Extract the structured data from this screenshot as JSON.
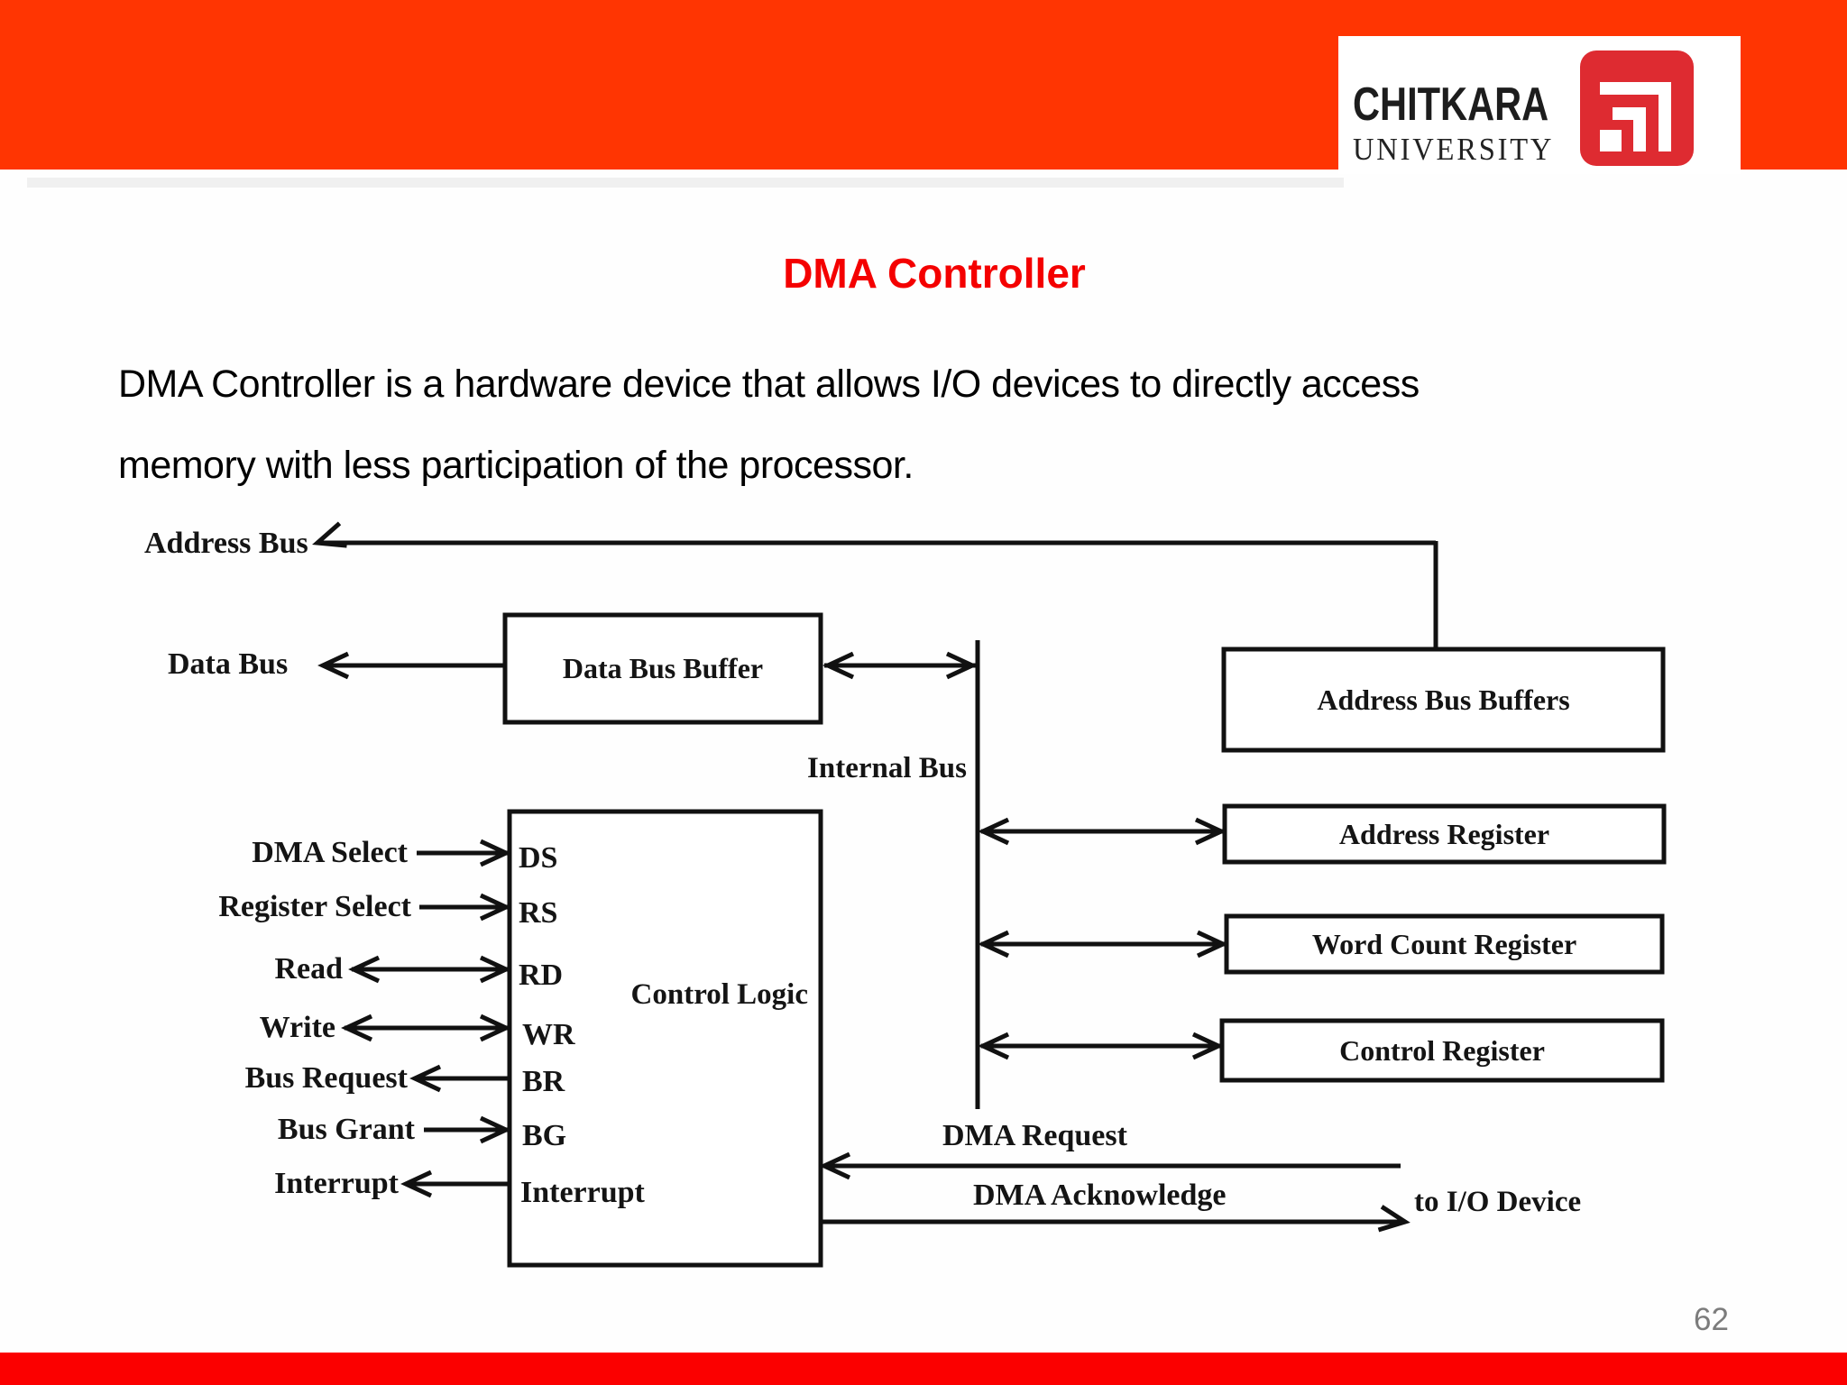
{
  "header": {
    "logo": {
      "name": "CHITKARA",
      "subname": "UNIVERSITY",
      "icon": "chitkara-mark"
    },
    "colors": {
      "banner": "#ff3502",
      "logo_mark_red": "#de2b31"
    }
  },
  "slide": {
    "title": "DMA Controller",
    "body_line1": "DMA Controller is a hardware device that allows I/O devices to directly access",
    "body_line2": "memory with less participation of the processor.",
    "page_number": "62",
    "colors": {
      "title": "#f40000",
      "footer": "#fb0000",
      "body_text": "#000000",
      "page_number": "#7c7c7c"
    }
  },
  "diagram": {
    "line_color": "#111111",
    "buses": {
      "address_bus": "Address Bus",
      "data_bus": "Data Bus",
      "internal_bus": "Internal Bus"
    },
    "boxes": {
      "data_bus_buffer": "Data Bus Buffer",
      "address_bus_buffers": "Address Bus Buffers",
      "address_register": "Address Register",
      "word_count_register": "Word Count Register",
      "control_register": "Control Register",
      "control_logic": "Control Logic"
    },
    "pins": {
      "ds": "DS",
      "rs": "RS",
      "rd": "RD",
      "wr": "WR",
      "br": "BR",
      "bg": "BG",
      "interrupt": "Interrupt"
    },
    "signals": {
      "dma_select": "DMA Select",
      "register_select": "Register Select",
      "read": "Read",
      "write": "Write",
      "bus_request": "Bus Request",
      "bus_grant": "Bus Grant",
      "interrupt": "Interrupt",
      "dma_request": "DMA Request",
      "dma_acknowledge": "DMA Acknowledge",
      "to_io_device": "to I/O Device"
    }
  }
}
